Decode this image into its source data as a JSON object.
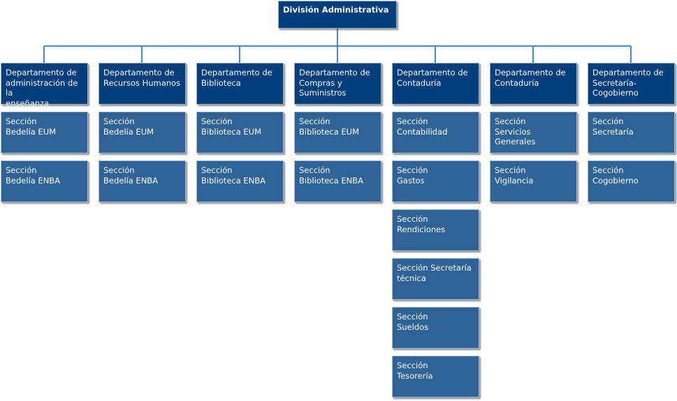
{
  "root": {
    "title": "División Administrativa"
  },
  "departments": [
    {
      "lines": [
        "Departamento de",
        "administración de la",
        "enseñanza"
      ],
      "sections": [
        [
          "Sección",
          "Bedelía EUM"
        ],
        [
          "Sección",
          "Bedelía ENBA"
        ]
      ]
    },
    {
      "lines": [
        "Departamento de",
        "Recursos Humanos"
      ],
      "sections": [
        [
          "Sección",
          "Bedelía EUM"
        ],
        [
          "Sección",
          "Bedelía ENBA"
        ]
      ]
    },
    {
      "lines": [
        "Departamento de",
        "Biblioteca"
      ],
      "sections": [
        [
          "Sección",
          "Biblioteca EUM"
        ],
        [
          "Sección",
          "Biblioteca ENBA"
        ]
      ]
    },
    {
      "lines": [
        "Departamento de",
        "Compras y",
        "Suministros"
      ],
      "sections": [
        [
          "Sección",
          "Biblioteca EUM"
        ],
        [
          "Sección",
          "Biblioteca ENBA"
        ]
      ]
    },
    {
      "lines": [
        "Departamento de",
        "Contaduría"
      ],
      "sections": [
        [
          "Sección",
          "Contabilidad"
        ],
        [
          "Sección",
          "Gastos"
        ],
        [
          "Sección",
          "Rendiciones"
        ],
        [
          "Sección Secretaría",
          "técnica"
        ],
        [
          "Sección",
          "Sueldos"
        ],
        [
          "Sección",
          "Tesorería"
        ]
      ]
    },
    {
      "lines": [
        "Departamento de",
        "Contaduría"
      ],
      "sections": [
        [
          "Sección",
          "Servicios Generales"
        ],
        [
          "Sección",
          "Vigilancia"
        ]
      ]
    },
    {
      "lines": [
        "Departamento de",
        "Secretaría-",
        "Cogobierno"
      ],
      "sections": [
        [
          "Sección",
          "Secretaría"
        ],
        [
          "Sección",
          "Cogobierno"
        ]
      ]
    }
  ],
  "colors": {
    "department": "#003e7e",
    "section": "#2e6397",
    "connector": "#3d8fd1"
  }
}
